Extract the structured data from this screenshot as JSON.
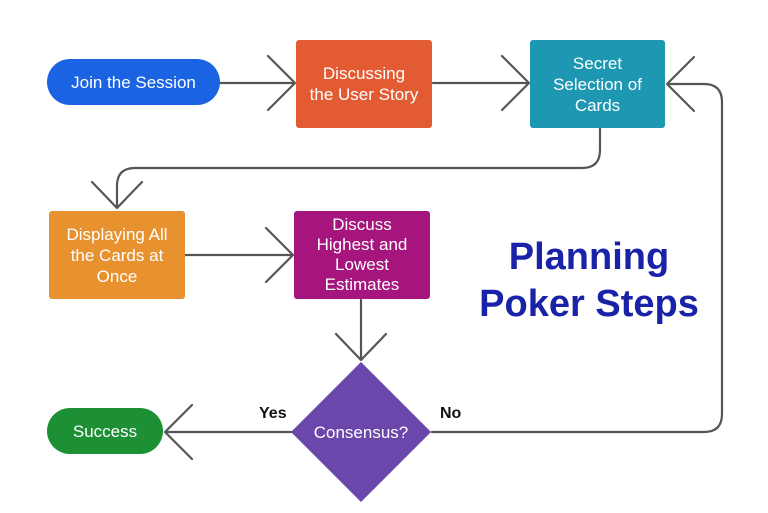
{
  "nodes": {
    "join": {
      "label": "Join the Session",
      "color": "#1a63e3"
    },
    "discussing": {
      "line1": "Discussing",
      "line2": "the User Story",
      "color": "#e35b33"
    },
    "secret": {
      "line1": "Secret",
      "line2": "Selection of",
      "line3": "Cards",
      "color": "#1e97b2"
    },
    "displaying": {
      "line1": "Displaying All",
      "line2": "the Cards at",
      "line3": "Once",
      "color": "#e8912f"
    },
    "discuss_high": {
      "line1": "Discuss",
      "line2": "Highest and",
      "line3": "Lowest",
      "line4": "Estimates",
      "color": "#a6147d"
    },
    "consensus": {
      "label": "Consensus?",
      "color": "#6b46ab"
    },
    "success": {
      "label": "Success",
      "color": "#1d8f35"
    }
  },
  "edge_labels": {
    "yes": "Yes",
    "no": "No"
  },
  "title": {
    "line1": "Planning",
    "line2": "Poker Steps"
  },
  "colors": {
    "connector": "#555555",
    "title": "#1a22a8"
  }
}
